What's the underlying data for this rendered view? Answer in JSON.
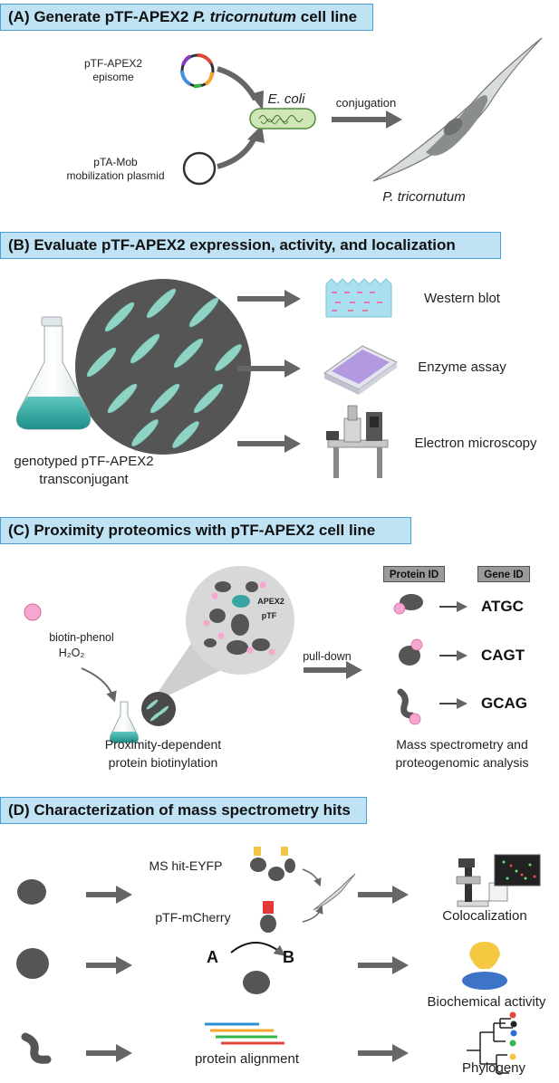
{
  "panelA": {
    "title_prefix": "(A) Generate pTF-APEX2 ",
    "title_italic": "P. tricornutum",
    "title_suffix": " cell line",
    "episome_label": "pTF-APEX2\nepisome",
    "mob_label": "pTA-Mob\nmobilization plasmid",
    "ecoli_label": "E. coli",
    "conjugation_label": "conjugation",
    "ptri_label": "P. tricornutum"
  },
  "panelB": {
    "title": "(B) Evaluate pTF-APEX2 expression, activity, and localization",
    "flask_caption": "genotyped pTF-APEX2\ntransconjugant",
    "western": "Western blot",
    "enzyme": "Enzyme assay",
    "em": "Electron microscopy"
  },
  "panelC": {
    "title": "(C) Proximity proteomics with pTF-APEX2 cell line",
    "biotin_label": "biotin-phenol",
    "h2o2_label": "H₂O₂",
    "apex2_label": "APEX2",
    "ptf_label": "pTF",
    "pulldown_label": "pull-down",
    "protein_id": "Protein ID",
    "gene_id": "Gene ID",
    "genes": [
      "ATGC",
      "CAGT",
      "GCAG"
    ],
    "left_caption": "Proximity-dependent\nprotein biotinylation",
    "right_caption": "Mass spectrometry and\nproteogenomic analysis"
  },
  "panelD": {
    "title": "(D) Characterization of mass spectrometry hits",
    "ms_hit_label": "MS hit-EYFP",
    "ptf_mcherry_label": "pTF-mCherry",
    "coloc_label": "Colocalization",
    "a_label": "A",
    "b_label": "B",
    "biochem_label": "Biochemical activity",
    "alignment_label": "protein alignment",
    "phylogeny_label": "Phylogeny"
  },
  "colors": {
    "banner_bg": "#bfe3f5",
    "banner_border": "#4a9fd0",
    "arrow": "#666666",
    "cell_green": "#9fd4a9",
    "biotin_pink": "#f5a7cf",
    "apex_teal": "#3aa6a2"
  }
}
